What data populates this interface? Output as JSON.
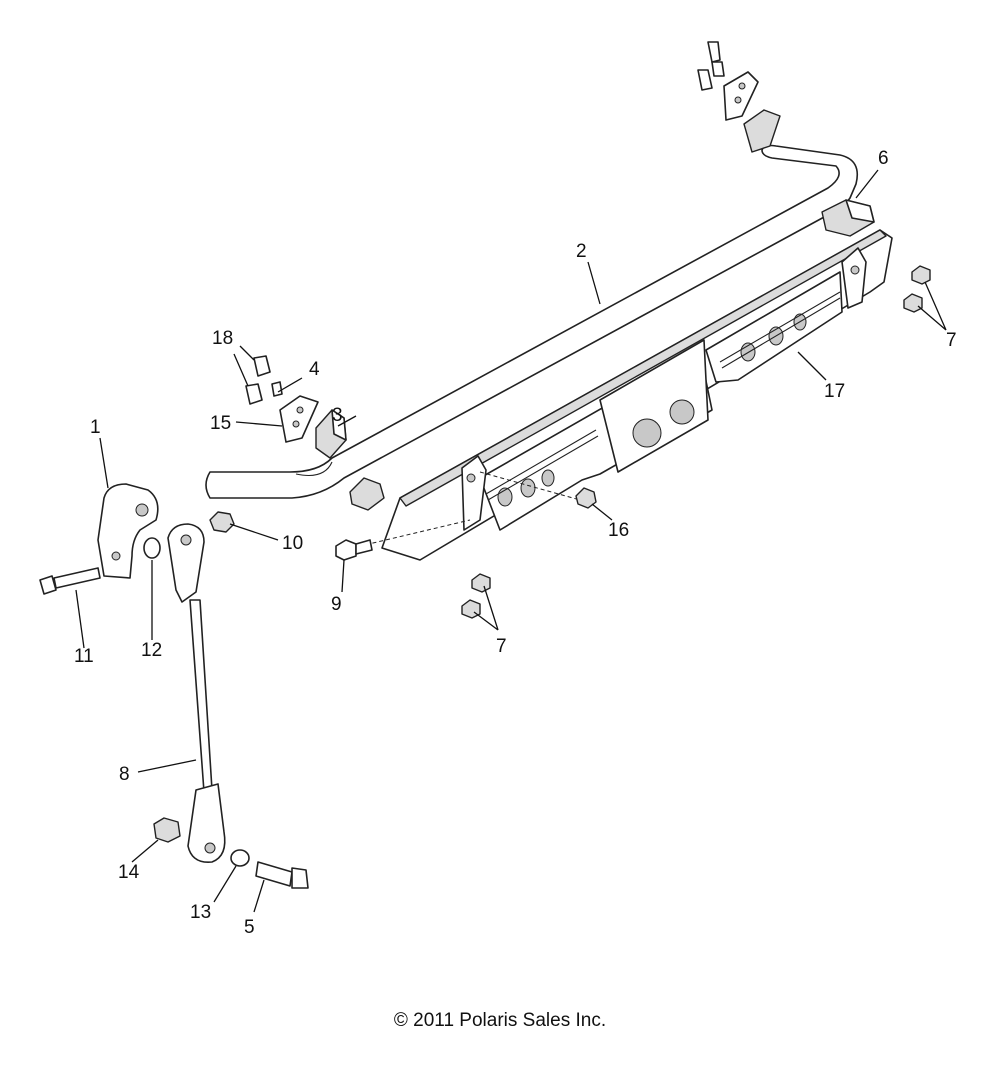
{
  "callouts": {
    "c1": "1",
    "c2": "2",
    "c3": "3",
    "c4": "4",
    "c5": "5",
    "c6": "6",
    "c7a": "7",
    "c7b": "7",
    "c8": "8",
    "c9": "9",
    "c10": "10",
    "c11": "11",
    "c12": "12",
    "c13": "13",
    "c14": "14",
    "c15": "15",
    "c16": "16",
    "c17": "17",
    "c18": "18"
  },
  "footer": {
    "copyright": "© 2011 Polaris Sales Inc."
  }
}
